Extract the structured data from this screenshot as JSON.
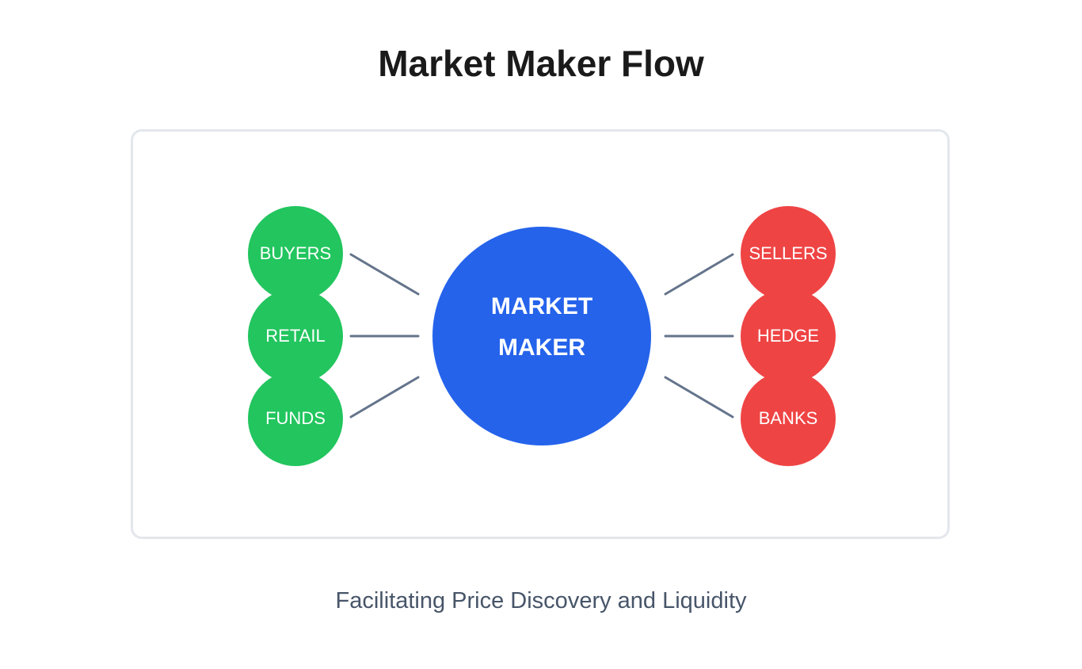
{
  "title": "Market Maker Flow",
  "caption": "Facilitating Price Discovery and Liquidity",
  "center": {
    "line1": "MARKET",
    "line2": "MAKER"
  },
  "buyers": [
    {
      "label": "BUYERS"
    },
    {
      "label": "RETAIL"
    },
    {
      "label": "FUNDS"
    }
  ],
  "sellers": [
    {
      "label": "SELLERS"
    },
    {
      "label": "HEDGE"
    },
    {
      "label": "BANKS"
    }
  ],
  "colors": {
    "buy_nodes": "#22c55e",
    "sell_nodes": "#ef4444",
    "center_node": "#2563eb",
    "connectors": "#64748b",
    "frame_border": "#e3e7ec"
  }
}
